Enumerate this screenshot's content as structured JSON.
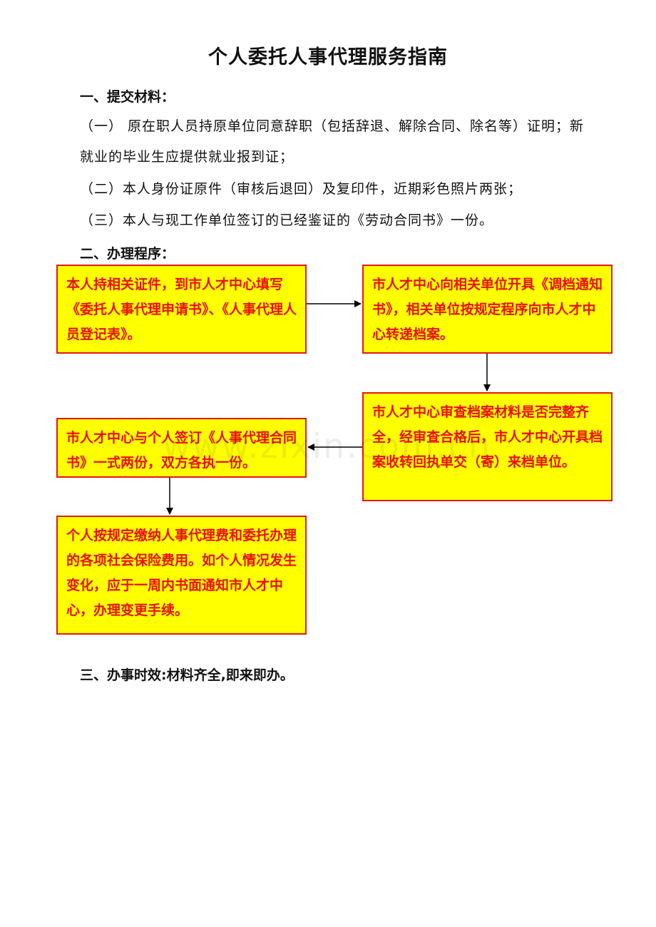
{
  "title": "个人委托人事代理服务指南",
  "section1": {
    "heading": "一、提交材料：",
    "items": [
      "（一） 原在职人员持原单位同意辞职（包括辞退、解除合同、除名等）证明；新",
      "就业的毕业生应提供就业报到证；",
      "（二）本人身份证原件（审核后退回）及复印件，近期彩色照片两张；",
      "（三）本人与现工作单位签订的已经鉴证的《劳动合同书》一份。"
    ]
  },
  "section2": {
    "heading": "二、办理程序：",
    "steps": [
      "本人持相关证件，到市人才中心填写《委托人事代理申请书》、《人事代理人员登记表》。",
      "市人才中心向相关单位开具《调档通知书》，相关单位按规定程序向市人才中心转递档案。",
      "市人才中心审查档案材料是否完整齐全，经审查合格后，市人才中心开具档案收转回执单交（寄）来档单位。",
      "市人才中心与个人签订《人事代理合同书》一式两份，双方各执一份。",
      "个人按规定缴纳人事代理费和委托办理的各项社会保险费用。如个人情况发生变化，应于一周内书面通知市人才中心，办理变更手续。"
    ]
  },
  "section3": {
    "heading": "三、办事时效:材料齐全,即来即办。"
  },
  "watermark": "www.zixin.com.cn",
  "colors": {
    "box_fill": "#ffff00",
    "box_border": "#e0181c",
    "box_text": "#e81010"
  }
}
